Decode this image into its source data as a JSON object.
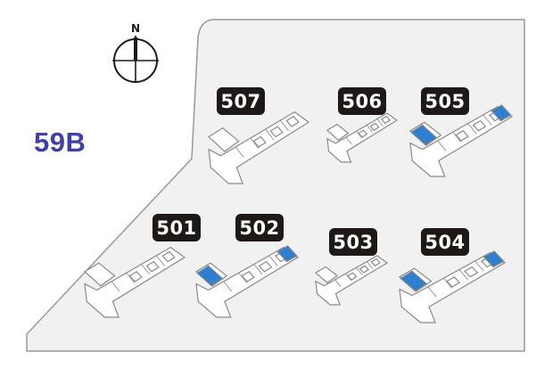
{
  "site": {
    "title": "59B"
  },
  "compass": {
    "north_label": "N"
  },
  "colors": {
    "site_fill": "#f1f1f1",
    "site_outline": "#9a9a9a",
    "label_bg": "#1e1816",
    "label_text": "#ffffff",
    "highlight_unit": "#2f7fd0",
    "title": "#3f3fa8"
  },
  "buildings": [
    {
      "id": "b507",
      "label": "507",
      "highlighted": false
    },
    {
      "id": "b506",
      "label": "506",
      "highlighted": false
    },
    {
      "id": "b505",
      "label": "505",
      "highlighted": true
    },
    {
      "id": "b501",
      "label": "501",
      "highlighted": false
    },
    {
      "id": "b502",
      "label": "502",
      "highlighted": true
    },
    {
      "id": "b503",
      "label": "503",
      "highlighted": false
    },
    {
      "id": "b504",
      "label": "504",
      "highlighted": true
    }
  ]
}
